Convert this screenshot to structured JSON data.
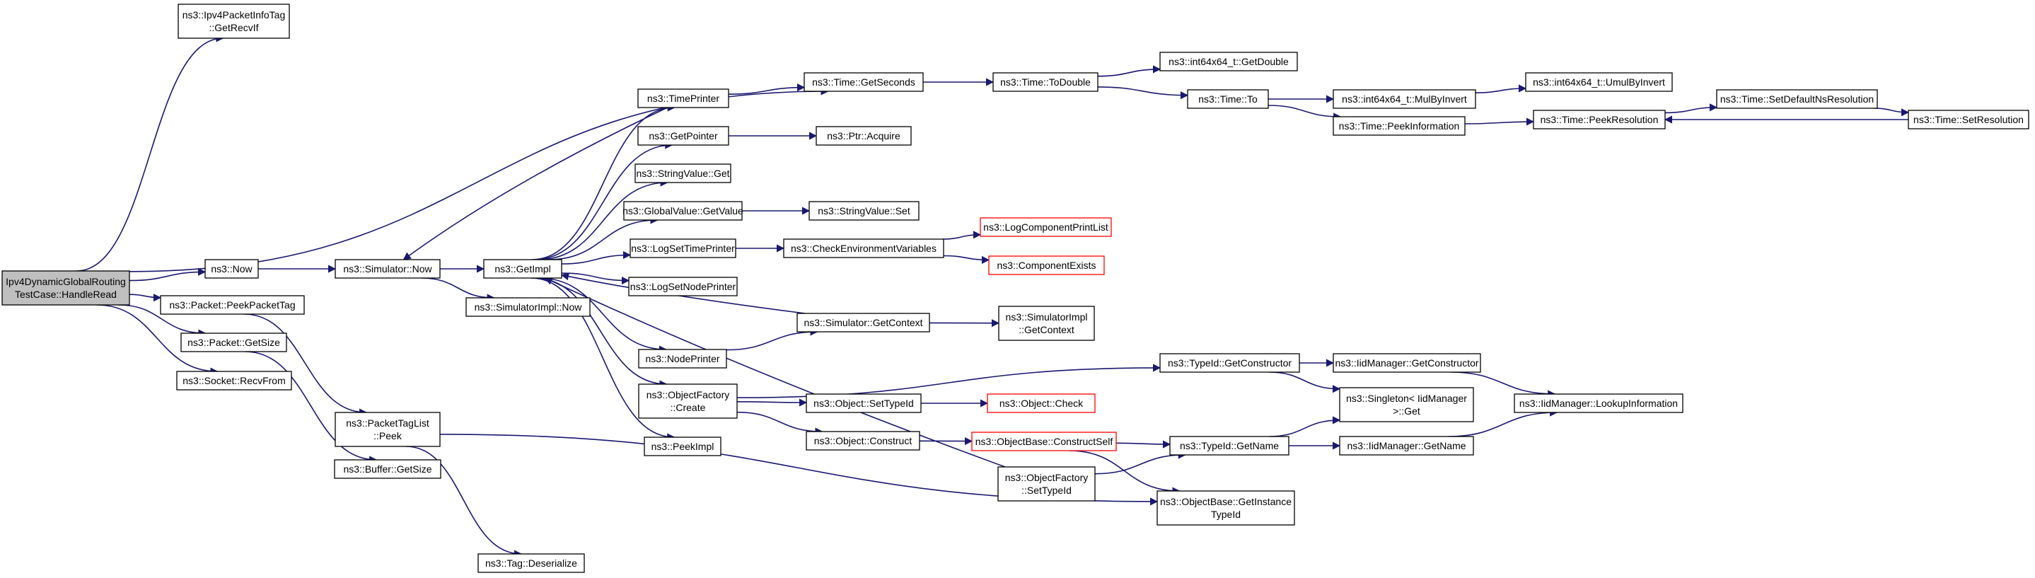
{
  "diagram": {
    "colors": {
      "edge": "#191970",
      "node_border": "#000000",
      "truncated_border": "#ff0000",
      "root_fill": "#bfbfbf",
      "background": "#ffffff"
    },
    "nodes": [
      {
        "id": "root",
        "lines": [
          "Ipv4DynamicGlobalRouting",
          "TestCase::HandleRead"
        ],
        "style": "root"
      },
      {
        "id": "getrecvif",
        "lines": [
          "ns3::Ipv4PacketInfoTag",
          "::GetRecvIf"
        ]
      },
      {
        "id": "now",
        "lines": [
          "ns3::Now"
        ]
      },
      {
        "id": "peekpackettag",
        "lines": [
          "ns3::Packet::PeekPacketTag"
        ]
      },
      {
        "id": "packetgetsize",
        "lines": [
          "ns3::Packet::GetSize"
        ]
      },
      {
        "id": "recvfrom",
        "lines": [
          "ns3::Socket::RecvFrom"
        ]
      },
      {
        "id": "simnow",
        "lines": [
          "ns3::Simulator::Now"
        ]
      },
      {
        "id": "simimplnow",
        "lines": [
          "ns3::SimulatorImpl::Now"
        ]
      },
      {
        "id": "taglistpeek",
        "lines": [
          "ns3::PacketTagList",
          "::Peek"
        ]
      },
      {
        "id": "buffergetsize",
        "lines": [
          "ns3::Buffer::GetSize"
        ]
      },
      {
        "id": "tagdeserialize",
        "lines": [
          "ns3::Tag::Deserialize"
        ]
      },
      {
        "id": "getimpl",
        "lines": [
          "ns3::GetImpl"
        ]
      },
      {
        "id": "timeprinter",
        "lines": [
          "ns3::TimePrinter"
        ]
      },
      {
        "id": "getpointer",
        "lines": [
          "ns3::GetPointer"
        ]
      },
      {
        "id": "stringvalueget",
        "lines": [
          "ns3::StringValue::Get"
        ]
      },
      {
        "id": "globalvalue",
        "lines": [
          "ns3::GlobalValue::GetValue"
        ]
      },
      {
        "id": "logsettime",
        "lines": [
          "ns3::LogSetTimePrinter"
        ]
      },
      {
        "id": "logsetnode",
        "lines": [
          "ns3::LogSetNodePrinter"
        ]
      },
      {
        "id": "nodeprinter",
        "lines": [
          "ns3::NodePrinter"
        ]
      },
      {
        "id": "objfactcreate",
        "lines": [
          "ns3::ObjectFactory",
          "::Create"
        ]
      },
      {
        "id": "peekimpl",
        "lines": [
          "ns3::PeekImpl"
        ]
      },
      {
        "id": "getseconds",
        "lines": [
          "ns3::Time::GetSeconds"
        ]
      },
      {
        "id": "ptracquire",
        "lines": [
          "ns3::Ptr::Acquire"
        ]
      },
      {
        "id": "stringvalueset",
        "lines": [
          "ns3::StringValue::Set"
        ]
      },
      {
        "id": "checkenv",
        "lines": [
          "ns3::CheckEnvironmentVariables"
        ]
      },
      {
        "id": "simgetcontext",
        "lines": [
          "ns3::Simulator::GetContext"
        ]
      },
      {
        "id": "setobjtypeid",
        "lines": [
          "ns3::Object::SetTypeId"
        ]
      },
      {
        "id": "objconstruct",
        "lines": [
          "ns3::Object::Construct"
        ]
      },
      {
        "id": "todouble",
        "lines": [
          "ns3::Time::ToDouble"
        ]
      },
      {
        "id": "logcomplist",
        "lines": [
          "ns3::LogComponentPrintList"
        ],
        "style": "red"
      },
      {
        "id": "compexists",
        "lines": [
          "ns3::ComponentExists"
        ],
        "style": "red"
      },
      {
        "id": "simimplgetcontext",
        "lines": [
          "ns3::SimulatorImpl",
          "::GetContext"
        ]
      },
      {
        "id": "objcheck",
        "lines": [
          "ns3::Object::Check"
        ],
        "style": "red"
      },
      {
        "id": "constructself",
        "lines": [
          "ns3::ObjectBase::ConstructSelf"
        ],
        "style": "red"
      },
      {
        "id": "factsettypeid",
        "lines": [
          "ns3::ObjectFactory",
          "::SetTypeId"
        ]
      },
      {
        "id": "getdouble",
        "lines": [
          "ns3::int64x64_t::GetDouble"
        ]
      },
      {
        "id": "timeto",
        "lines": [
          "ns3::Time::To"
        ]
      },
      {
        "id": "getconstructor",
        "lines": [
          "ns3::TypeId::GetConstructor"
        ]
      },
      {
        "id": "typeidgetname",
        "lines": [
          "ns3::TypeId::GetName"
        ]
      },
      {
        "id": "getinstancetypeid",
        "lines": [
          "ns3::ObjectBase::GetInstance",
          "TypeId"
        ]
      },
      {
        "id": "mulbyinvert",
        "lines": [
          "ns3::int64x64_t::MulByInvert"
        ]
      },
      {
        "id": "peekinfo",
        "lines": [
          "ns3::Time::PeekInformation"
        ]
      },
      {
        "id": "iidgetconstructor",
        "lines": [
          "ns3::IidManager::GetConstructor"
        ]
      },
      {
        "id": "singletonget",
        "lines": [
          "ns3::Singleton< IidManager",
          " >::Get"
        ]
      },
      {
        "id": "iidgetname",
        "lines": [
          "ns3::IidManager::GetName"
        ]
      },
      {
        "id": "umulbyinvert",
        "lines": [
          "ns3::int64x64_t::UmulByInvert"
        ]
      },
      {
        "id": "peekresolution",
        "lines": [
          "ns3::Time::PeekResolution"
        ]
      },
      {
        "id": "lookupinfo",
        "lines": [
          "ns3::IidManager::LookupInformation"
        ]
      },
      {
        "id": "setdefaultns",
        "lines": [
          "ns3::Time::SetDefaultNsResolution"
        ]
      },
      {
        "id": "setresolution",
        "lines": [
          "ns3::Time::SetResolution"
        ]
      }
    ],
    "edges": [
      [
        "root",
        "getrecvif"
      ],
      [
        "root",
        "getseconds"
      ],
      [
        "root",
        "now"
      ],
      [
        "root",
        "peekpackettag"
      ],
      [
        "root",
        "packetgetsize"
      ],
      [
        "root",
        "recvfrom"
      ],
      [
        "now",
        "simnow"
      ],
      [
        "simnow",
        "getimpl"
      ],
      [
        "simnow",
        "simimplnow"
      ],
      [
        "peekpackettag",
        "taglistpeek"
      ],
      [
        "packetgetsize",
        "buffergetsize"
      ],
      [
        "taglistpeek",
        "tagdeserialize"
      ],
      [
        "taglistpeek",
        "getinstancetypeid"
      ],
      [
        "getimpl",
        "timeprinter"
      ],
      [
        "getimpl",
        "getpointer"
      ],
      [
        "getimpl",
        "stringvalueget"
      ],
      [
        "getimpl",
        "globalvalue"
      ],
      [
        "getimpl",
        "logsettime"
      ],
      [
        "getimpl",
        "logsetnode"
      ],
      [
        "getimpl",
        "nodeprinter"
      ],
      [
        "getimpl",
        "objfactcreate"
      ],
      [
        "getimpl",
        "peekimpl"
      ],
      [
        "timeprinter",
        "simnow"
      ],
      [
        "timeprinter",
        "getseconds"
      ],
      [
        "getpointer",
        "ptracquire"
      ],
      [
        "globalvalue",
        "stringvalueset"
      ],
      [
        "logsettime",
        "checkenv"
      ],
      [
        "checkenv",
        "logcomplist"
      ],
      [
        "checkenv",
        "compexists"
      ],
      [
        "nodeprinter",
        "simgetcontext"
      ],
      [
        "simgetcontext",
        "getimpl"
      ],
      [
        "simgetcontext",
        "simimplgetcontext"
      ],
      [
        "objfactcreate",
        "getconstructor"
      ],
      [
        "objfactcreate",
        "setobjtypeid"
      ],
      [
        "objfactcreate",
        "objconstruct"
      ],
      [
        "setobjtypeid",
        "objcheck"
      ],
      [
        "objconstruct",
        "constructself"
      ],
      [
        "constructself",
        "typeidgetname"
      ],
      [
        "constructself",
        "getinstancetypeid"
      ],
      [
        "factsettypeid",
        "getimpl"
      ],
      [
        "factsettypeid",
        "typeidgetname"
      ],
      [
        "getseconds",
        "todouble"
      ],
      [
        "todouble",
        "getdouble"
      ],
      [
        "todouble",
        "timeto"
      ],
      [
        "timeto",
        "mulbyinvert"
      ],
      [
        "timeto",
        "peekinfo"
      ],
      [
        "mulbyinvert",
        "umulbyinvert"
      ],
      [
        "peekinfo",
        "peekresolution"
      ],
      [
        "peekresolution",
        "setdefaultns"
      ],
      [
        "setdefaultns",
        "setresolution"
      ],
      [
        "setresolution",
        "peekresolution"
      ],
      [
        "getconstructor",
        "iidgetconstructor"
      ],
      [
        "getconstructor",
        "singletonget"
      ],
      [
        "typeidgetname",
        "singletonget"
      ],
      [
        "typeidgetname",
        "iidgetname"
      ],
      [
        "iidgetconstructor",
        "lookupinfo"
      ],
      [
        "iidgetname",
        "lookupinfo"
      ]
    ]
  }
}
